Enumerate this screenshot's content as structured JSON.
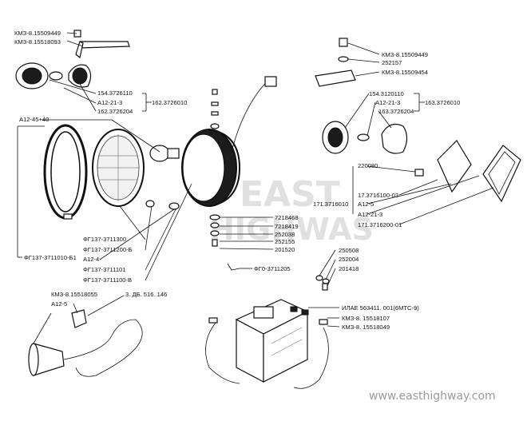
{
  "labels": {
    "kmz_15509449_top": "КМЗ-8.15509449",
    "kmz_15518093": "КМЗ-8.15518093",
    "p_154_3726110": "154.3726110",
    "a12_21_3_left": "А12-21-3",
    "p_162_3726204": "162.3726204",
    "p_162_3726010": "162.3726010",
    "a12_45_40": "А12-45+40",
    "kmz_15509449_right": "КМЗ-8.15509449",
    "p_252157": "252157",
    "kmz_15509454": "КМЗ-8.15509454",
    "p_154_3120110": "154.3120110",
    "a12_21_3_right": "А12-21-3",
    "p_163_3726204": "163.3726204",
    "p_163_3726010": "163.3726010",
    "p_220080": "220080",
    "p_17_3716100_03": "17.3716100-03",
    "a12_5_right": "А12-5",
    "a12_21_3_lower": "А12-21-3",
    "p_171_3716010": "171.3716010",
    "p_171_3716200_01": "171.3716200-01",
    "p_7218468": "7218468",
    "p_7218419": "7218419",
    "p_252038": "252038",
    "p_252155": "252155",
    "p_201520": "201520",
    "fg137_3711300": "ФГ137-3711300",
    "fg137_3711200_b": "ФГ137-3711200-Б",
    "a12_4": "А12-4",
    "fg137_3711010_b1": "ФГ137-3711010-Б1",
    "fg137_3711101": "ФГ137-3711101",
    "fg137_3711100_v": "ФГ137-3711100-В",
    "fg0_3711205": "ФГ0-3711205",
    "p_250508": "250508",
    "p_252004": "252004",
    "p_201418": "201418",
    "kmz_15518055": "КМЗ-8.15518055",
    "a12_5_left": "А12-5",
    "p_3_db_516_146": "3. ДБ. 516. 146",
    "ilae_563411": "ИЛАЕ 563411. 001(6МТС-9)",
    "kmz_15518107": "КМЗ-8. 15518107",
    "kmz_15518049": "КМЗ-8. 15518049"
  },
  "watermark": {
    "line1": "EAST",
    "line2": "HIGHWAS",
    "url": "www.easthighway.com"
  }
}
